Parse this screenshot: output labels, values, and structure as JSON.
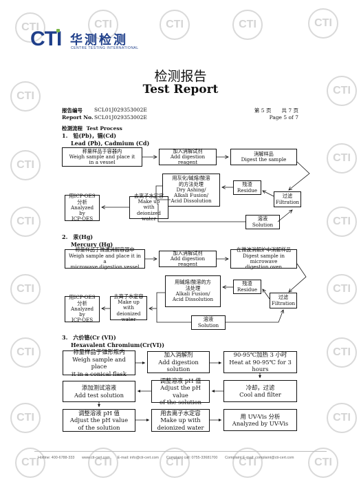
{
  "logo": {
    "mark": "CTI",
    "cn": "华测检测",
    "en": "CENTRE TESTING INTERNATIONAL"
  },
  "watermark": "CTI",
  "title": {
    "cn": "检测报告",
    "en": "Test Report"
  },
  "report": {
    "label_cn": "报告编号",
    "label_en": "Report No.",
    "number": "SCL01J029353002E",
    "page_cn": "第 5 页　　共 7 页",
    "page_en": "Page 5 of 7"
  },
  "process": {
    "label_cn": "检测流程",
    "label_en": "Test Process"
  },
  "section1": {
    "heading_cn": "1.　铅(Pb)，镉(Cd)",
    "heading_en": "Lead (Pb), Cadmium (Cd)",
    "boxes": {
      "weigh": [
        "称量样品于容器内",
        "Weigh sample and place it",
        "in a vessel"
      ],
      "add_reagent": [
        "加入消解试剂",
        "Add digestion reagent"
      ],
      "digest": [
        "消解样品",
        "Digest the sample"
      ],
      "alkali": [
        "用灰化/碱熔/酸溶",
        "的方法处理",
        "Dry Ashing/",
        "Alkali Fusion/",
        "Acid Dissolution"
      ],
      "residue": [
        "残渣",
        "Residue"
      ],
      "filtration": [
        "过滤",
        "Filtration"
      ],
      "icp": [
        "用ICP-OES",
        "分析",
        "Analyzed by",
        "ICP-OES"
      ],
      "water": [
        "去离子水定容",
        "Make up with",
        "deionized water"
      ],
      "solution": [
        "溶液",
        "Solution"
      ]
    }
  },
  "section2": {
    "heading_cn": "2.　汞(Hg)",
    "heading_en": "Mercury (Hg)",
    "boxes": {
      "weigh": [
        "称量样品于微波消解容器中",
        "Weigh sample and place it in a",
        "microwave digestion vessel"
      ],
      "add_reagent": [
        "加入消解试剂",
        "Add digestion reagent"
      ],
      "digest": [
        "在微波消解炉中消解样品",
        "Digest sample in microwave",
        "digestion oven"
      ],
      "alkali": [
        "用碱熔/酸溶的方",
        "法处理",
        "Alkali Fusion/",
        "Acid Dissolution"
      ],
      "residue": [
        "残渣",
        "Residue"
      ],
      "filtration": [
        "过滤",
        "Filtration"
      ],
      "icp": [
        "用ICP-OES",
        "分析",
        "Analyzed by",
        "ICP-OES"
      ],
      "water": [
        "去离子水定容",
        "Make up with",
        "deionized water"
      ],
      "solution": [
        "溶液",
        "Solution"
      ]
    }
  },
  "section3": {
    "heading_cn": "3.　六价铬(Cr (VI))",
    "heading_en": "Hexavalent Chromium(Cr(VI))",
    "boxes": {
      "weigh": [
        "称量样品于锥形瓶内",
        "Weigh sample and place",
        "it in a conical flask"
      ],
      "add_solution": [
        "加入消解剂",
        "Add digestion solution"
      ],
      "heat": [
        "90-95℃加热 3 小时",
        "Heat at 90-95℃  for 3 hours"
      ],
      "add_test": [
        "添加测试溶液",
        "Add test solution"
      ],
      "adjust1": [
        "调整溶液 pH 值",
        "Adjust the pH value",
        "of the solution"
      ],
      "cool": [
        "冷却，过滤",
        "Cool and filter"
      ],
      "adjust2": [
        "调整溶液 pH 值",
        "Adjust the pH value",
        "of the solution"
      ],
      "water": [
        "用去离子水定容",
        "Make up with",
        "deionized water"
      ],
      "uvvis": [
        "用 UV-Vis 分析",
        "Analyzed by UV-Vis"
      ]
    }
  },
  "footer": "Hotline: 400-6788-333　　www.cti-cert.com　　E-mail: info@cti-cert.com　　Complaint call: 0755-33681700　　Complaint E-mail: complaint@cti-cert.com"
}
